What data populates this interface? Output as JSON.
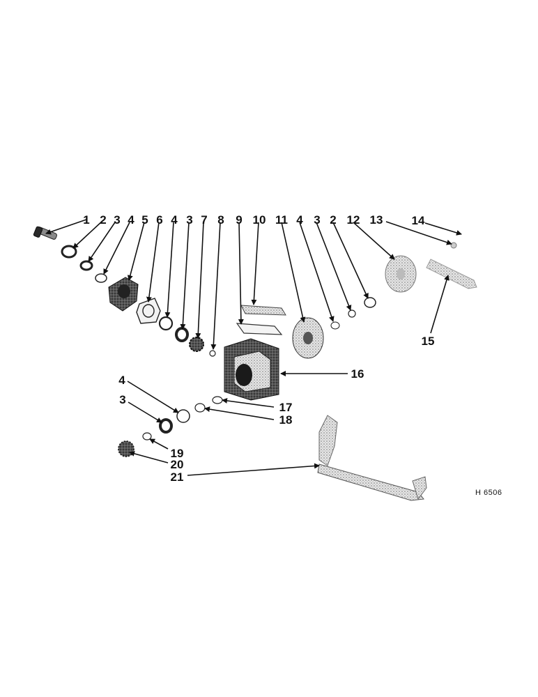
{
  "callouts": [
    "1",
    "2",
    "3",
    "4",
    "5",
    "6",
    "4",
    "3",
    "7",
    "8",
    "9",
    "10",
    "11",
    "4",
    "3",
    "2",
    "12",
    "13",
    "14",
    "15",
    "16",
    "17",
    "18",
    "4",
    "3",
    "19",
    "20",
    "21"
  ],
  "reference_code": "H 6506",
  "colors": {
    "ink": "#111111",
    "paper": "#ffffff"
  }
}
